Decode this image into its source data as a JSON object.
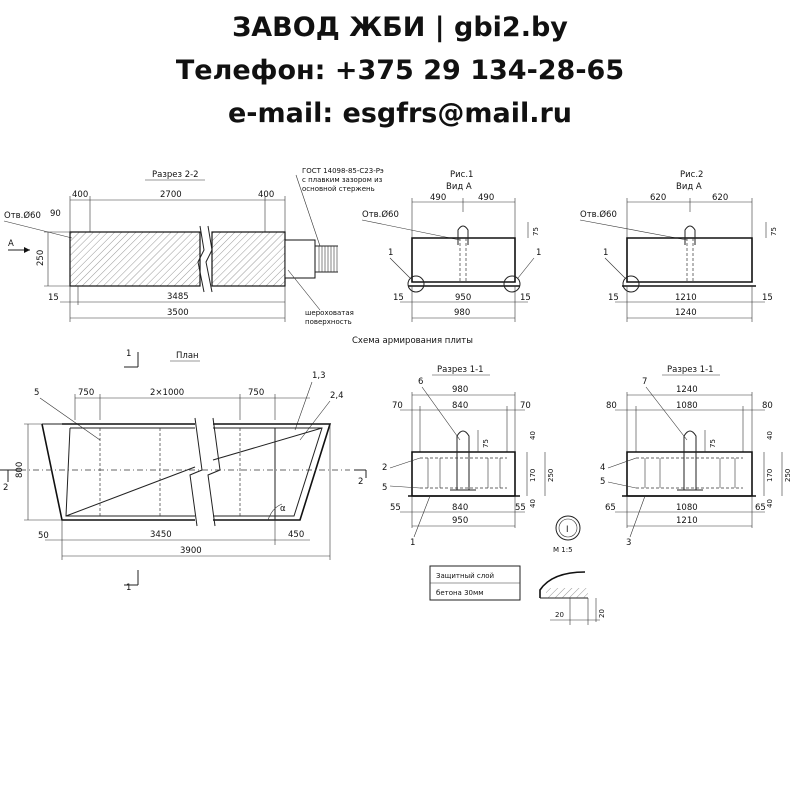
{
  "header": {
    "line1": "ЗАВОД ЖБИ | gbi2.by",
    "line2": "Телефон: +375 29 134-28-65",
    "line3": "e-mail: esgfrs@mail.ru"
  },
  "section22": {
    "title": "Разрез 2-2",
    "hole": "Отв.Ø60",
    "view_mark": "А",
    "dims": {
      "d400a": "400",
      "d2700": "2700",
      "d400b": "400",
      "d90": "90",
      "d250": "250",
      "d15": "15",
      "d3485": "3485",
      "d3500": "3500"
    },
    "gost_line1": "ГОСТ 14098-85-С23-Рэ",
    "gost_line2": "с плавким зазором из",
    "gost_line3": "основной стержень",
    "rough_line1": "шероховатая",
    "rough_line2": "поверхность"
  },
  "fig1": {
    "title1": "Рис.1",
    "title2": "Вид А",
    "hole": "Отв.Ø60",
    "dims": {
      "d490a": "490",
      "d490b": "490",
      "d75": "75",
      "d15a": "15",
      "d950": "950",
      "d15b": "15",
      "d980": "980"
    },
    "marker_left": "1",
    "marker_right": "1"
  },
  "fig2": {
    "title1": "Рис.2",
    "title2": "Вид А",
    "hole": "Отв.Ø60",
    "dims": {
      "d620a": "620",
      "d620b": "620",
      "d75": "75",
      "d15a": "15",
      "d1210": "1210",
      "d15b": "15",
      "d1240": "1240"
    },
    "marker_left": "1"
  },
  "plan": {
    "title": "План",
    "section_mark": "1",
    "side_mark_left": "2",
    "side_mark_right": "2",
    "callouts": {
      "c5": "5",
      "c13": "1,3",
      "c24": "2,4"
    },
    "alpha": "α",
    "dims": {
      "d750a": "750",
      "d2x1000": "2×1000",
      "d750b": "750",
      "d800": "800",
      "d50": "50",
      "d3450": "3450",
      "d450": "450",
      "d3900": "3900"
    }
  },
  "scheme_title": "Схема армирования плиты",
  "sec11a": {
    "title": "Разрез 1-1",
    "callouts": {
      "c6": "6",
      "c2": "2",
      "c5": "5",
      "c1": "1"
    },
    "dims": {
      "d980": "980",
      "d70a": "70",
      "d840a": "840",
      "d70b": "70",
      "d75": "75",
      "d40a": "40",
      "d170": "170",
      "d250": "250",
      "d40b": "40",
      "d55a": "55",
      "d840b": "840",
      "d55b": "55",
      "d950": "950"
    }
  },
  "sec11b": {
    "title": "Разрез 1-1",
    "callouts": {
      "c7": "7",
      "c4": "4",
      "c5": "5",
      "c3": "3"
    },
    "dims": {
      "d1240": "1240",
      "d80a": "80",
      "d1080a": "1080",
      "d80b": "80",
      "d75": "75",
      "d40a": "40",
      "d170": "170",
      "d250": "250",
      "d40b": "40",
      "d65a": "65",
      "d1080b": "1080",
      "d65b": "65",
      "d1210": "1210"
    }
  },
  "node": {
    "mark": "I",
    "scale": "М 1:5"
  },
  "protective": {
    "line1": "Защитный слой",
    "line2": "бетона 30мм"
  },
  "detail": {
    "d20a": "20",
    "d20b": "20"
  }
}
